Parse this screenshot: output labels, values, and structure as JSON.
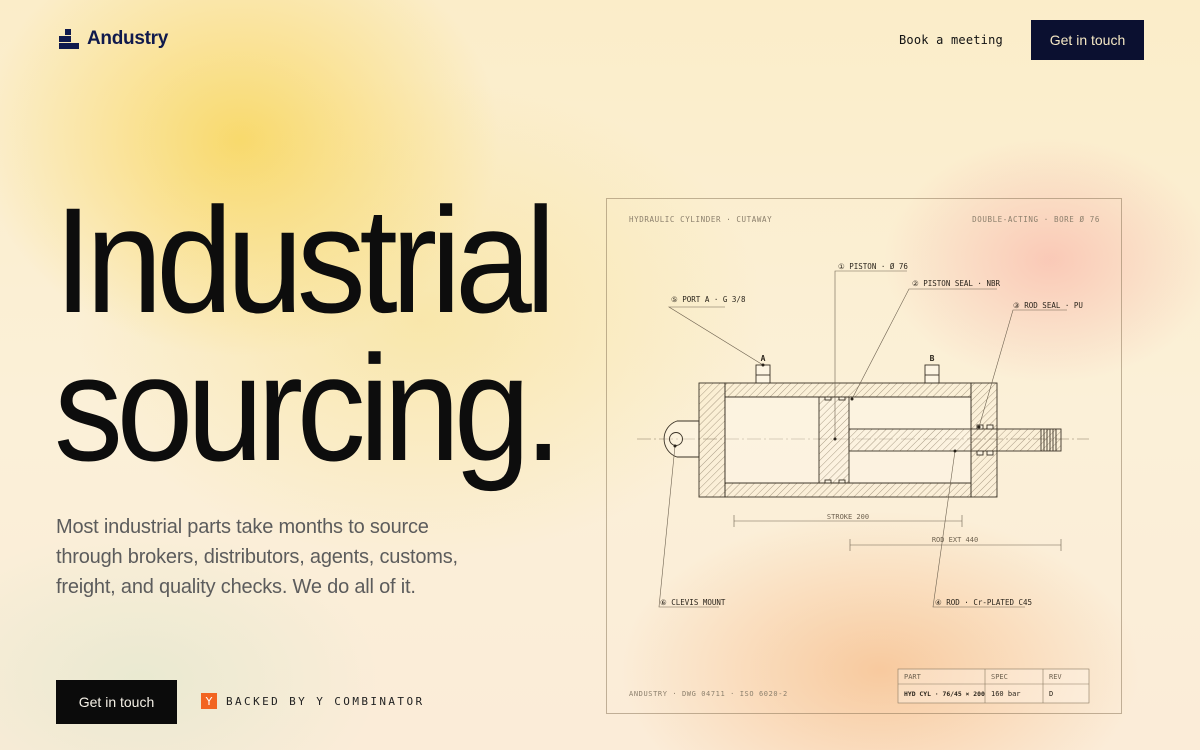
{
  "header": {
    "brand": "Andustry",
    "book_meeting": "Book a meeting",
    "get_in_touch": "Get in touch"
  },
  "hero": {
    "headline_line1": "Industrial",
    "headline_line2": "sourcing.",
    "subtext": "Most industrial parts take months to source through brokers, distributors, agents, customs, freight, and quality checks. We do all of it.",
    "cta": "Get in touch",
    "yc_badge": "Y",
    "yc_text": "BACKED BY Y COMBINATOR"
  },
  "drawing": {
    "title_left": "HYDRAULIC CYLINDER · CUTAWAY",
    "title_right": "DOUBLE-ACTING · BORE Ø 76",
    "labels": {
      "piston": "① PISTON · Ø 76",
      "piston_seal": "② PISTON SEAL · NBR",
      "port_a": "⑤ PORT A · G 3/8",
      "rod_seal": "③ ROD SEAL · PU",
      "clevis": "⑥ CLEVIS MOUNT",
      "rod": "④ ROD · Cr-PLATED C45",
      "port_a_letter": "A",
      "port_b_letter": "B"
    },
    "dims": {
      "stroke": "STROKE 200",
      "rod_ext": "ROD EXT 440"
    },
    "footer": "ANDUSTRY · DWG 04711 · ISO 6020-2",
    "title_block": {
      "headers": [
        "PART",
        "SPEC",
        "REV"
      ],
      "values": [
        "HYD CYL · 76/45 × 200",
        "160 bar",
        "D"
      ]
    }
  },
  "colors": {
    "navy": "#0b1030",
    "brand_text": "#101a4d",
    "yc_orange": "#f26522",
    "line": "#3a3226"
  }
}
